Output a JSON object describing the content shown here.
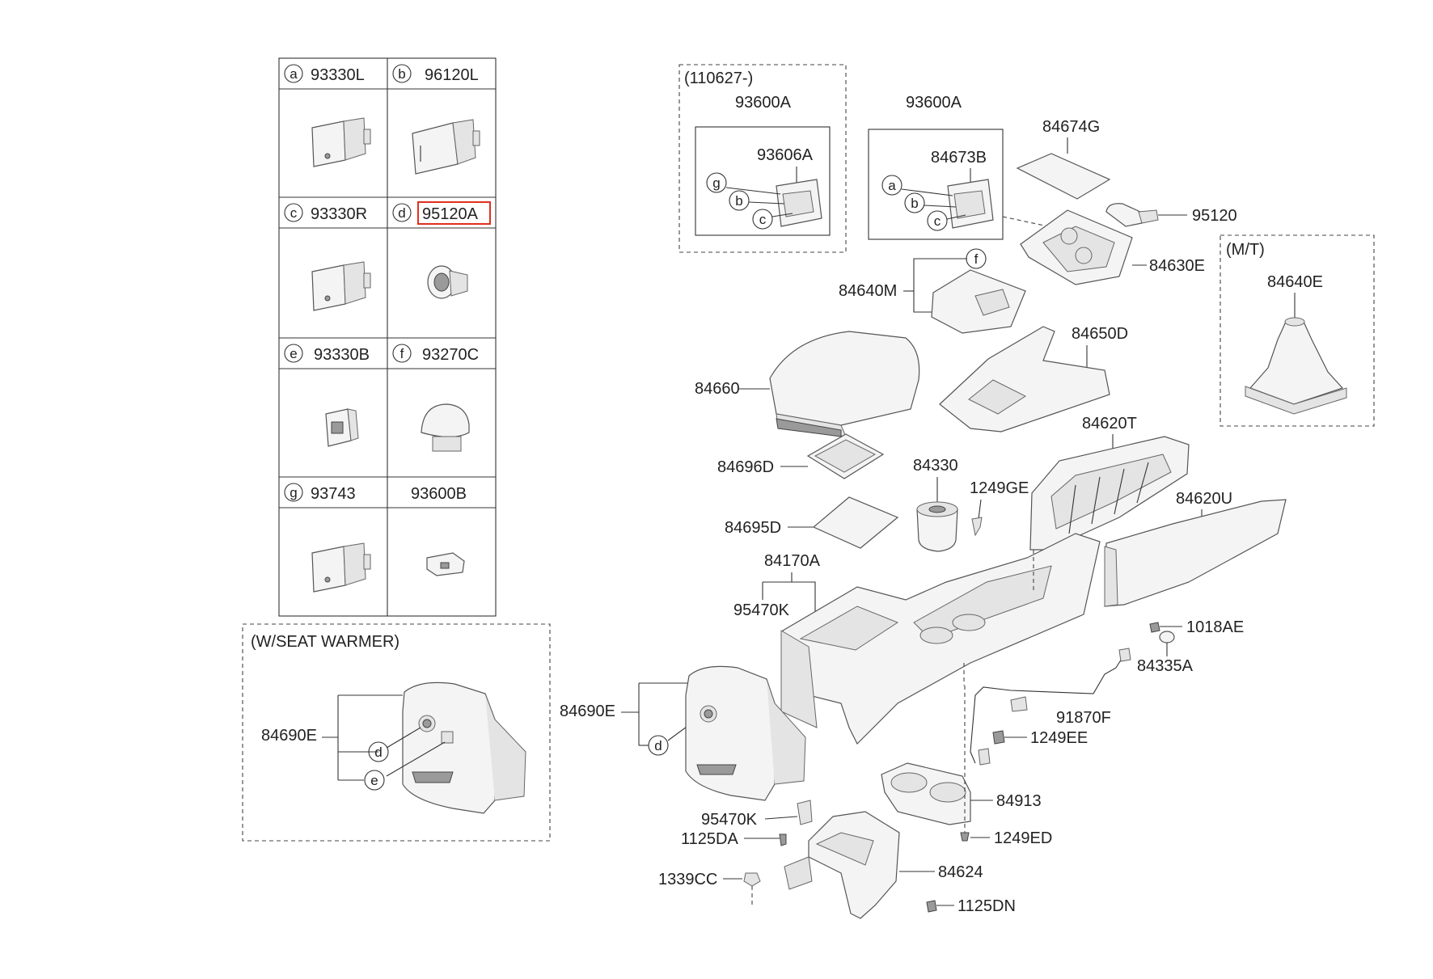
{
  "table": {
    "cells": [
      {
        "letter": "a",
        "code": "93330L"
      },
      {
        "letter": "b",
        "code": "96120L"
      },
      {
        "letter": "c",
        "code": "93330R"
      },
      {
        "letter": "d",
        "code": "95120A",
        "highlighted": true
      },
      {
        "letter": "e",
        "code": "93330B"
      },
      {
        "letter": "f",
        "code": "93270C"
      },
      {
        "letter": "g",
        "code": "93743"
      },
      {
        "letter": "",
        "code": "93600B"
      }
    ]
  },
  "groups": {
    "variant_date": "(110627-)",
    "seat_warmer": "(W/SEAT WARMER)",
    "manual_trans": "(M/T)"
  },
  "parts": {
    "p93600A_1": "93600A",
    "p93606A": "93606A",
    "p93600A_2": "93600A",
    "p84673B": "84673B",
    "p84674G": "84674G",
    "p95120": "95120",
    "p84630E": "84630E",
    "p84640M": "84640M",
    "p84640E": "84640E",
    "p84650D": "84650D",
    "p84660": "84660",
    "p84620T": "84620T",
    "p84696D": "84696D",
    "p84330": "84330",
    "p1249GE": "1249GE",
    "p84620U": "84620U",
    "p84695D": "84695D",
    "p84170A": "84170A",
    "p95470K_1": "95470K",
    "p1018AE": "1018AE",
    "p84335A": "84335A",
    "p84690E_1": "84690E",
    "p84690E_2": "84690E",
    "p91870F": "91870F",
    "p1249EE": "1249EE",
    "p84913": "84913",
    "p95470K_2": "95470K",
    "p1125DA": "1125DA",
    "p1249ED": "1249ED",
    "p84624": "84624",
    "p1339CC": "1339CC",
    "p1125DN": "1125DN"
  },
  "callouts": {
    "g1": "g",
    "b1": "b",
    "c1": "c",
    "a2": "a",
    "b2": "b",
    "c2": "c",
    "f1": "f",
    "d1": "d",
    "e1": "e",
    "d2": "d"
  },
  "colors": {
    "line": "#333333",
    "highlight": "#e0301e",
    "fill": "#f4f4f4"
  }
}
